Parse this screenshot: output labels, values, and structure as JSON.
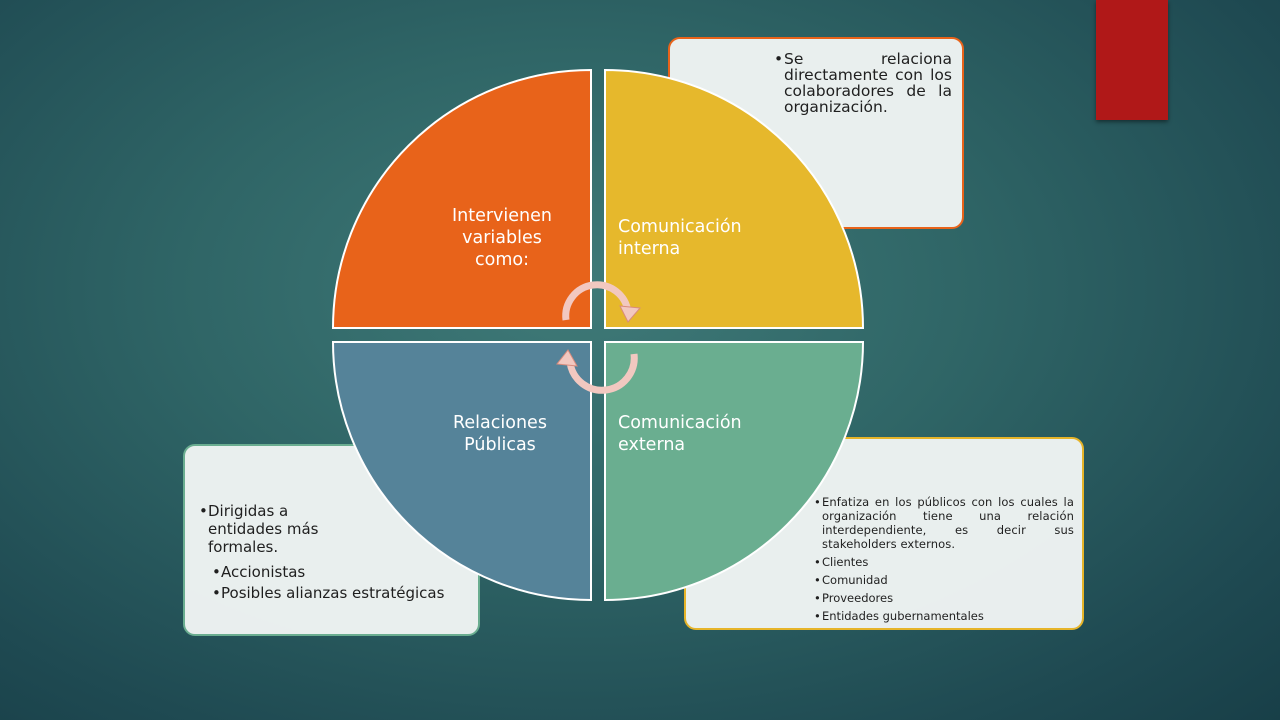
{
  "colors": {
    "orange": "#e8631a",
    "yellow": "#e6b82c",
    "green": "#6aae90",
    "blue": "#558399",
    "accent_red": "#b01818",
    "background": "#2f6566"
  },
  "quadrants": {
    "top_left": {
      "label": "Intervienen variables como:"
    },
    "top_right": {
      "label": "Comunicación interna"
    },
    "bottom_right": {
      "label": "Comunicación externa"
    },
    "bottom_left": {
      "label": "Relaciones Públicas"
    }
  },
  "callouts": {
    "interna": {
      "items": [
        "Se relaciona directamente con los colaboradores de la organización."
      ]
    },
    "relaciones": {
      "main": "Dirigidas a entidades más formales.",
      "sub": [
        "Accionistas",
        "Posibles alianzas estratégicas"
      ]
    },
    "externa": {
      "main": "Enfatiza en los públicos con los cuales la organización tiene una relación interdependiente, es decir sus stakeholders externos.",
      "sub": [
        "Clientes",
        "Comunidad",
        "Proveedores",
        "Entidades gubernamentales"
      ]
    }
  },
  "icons": {
    "center": "cycle-arrows-icon"
  }
}
